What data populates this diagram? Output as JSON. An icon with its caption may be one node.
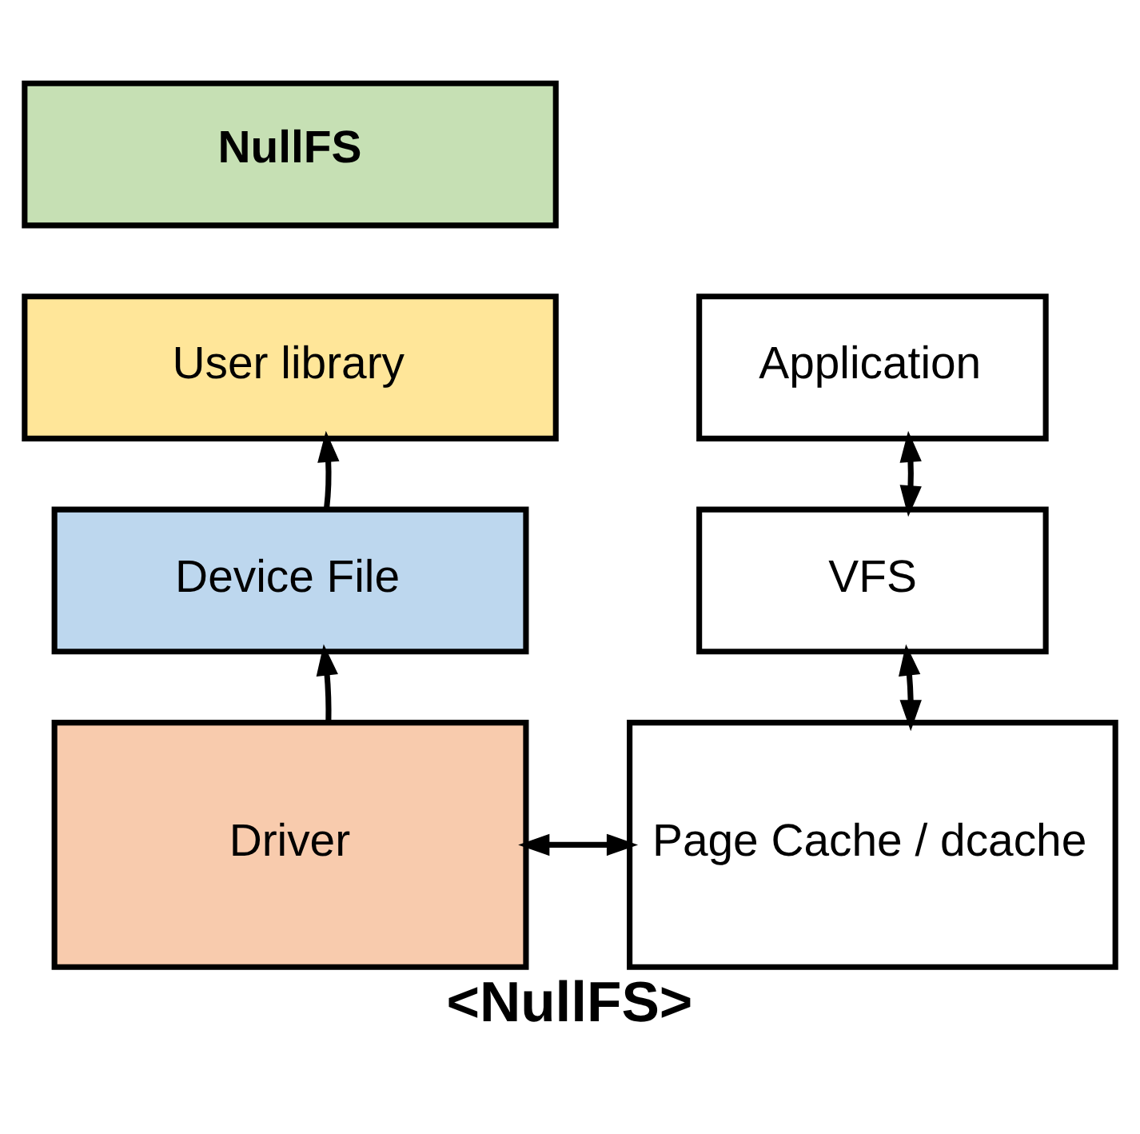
{
  "diagram": {
    "caption": "<NullFS>",
    "nodes": [
      {
        "text": [
          "NullFS"
        ]
      },
      {
        "text": [
          "User library"
        ]
      },
      {
        "text": [
          "Application"
        ]
      },
      {
        "text": [
          "VFS"
        ]
      },
      {
        "text": [
          "Device File"
        ]
      },
      {
        "text": [
          "Page Cache / dcache"
        ]
      },
      {
        "text": [
          "Driver"
        ]
      }
    ],
    "edges": [
      {
        "from": 2,
        "to": 3,
        "arrow": "both"
      },
      {
        "from": 3,
        "to": 5,
        "arrow": "both"
      },
      {
        "from": 5,
        "to": 6,
        "arrow": "both"
      },
      {
        "from": 6,
        "to": 4,
        "arrow": "to"
      },
      {
        "from": 4,
        "to": 1,
        "arrow": "to"
      }
    ]
  }
}
